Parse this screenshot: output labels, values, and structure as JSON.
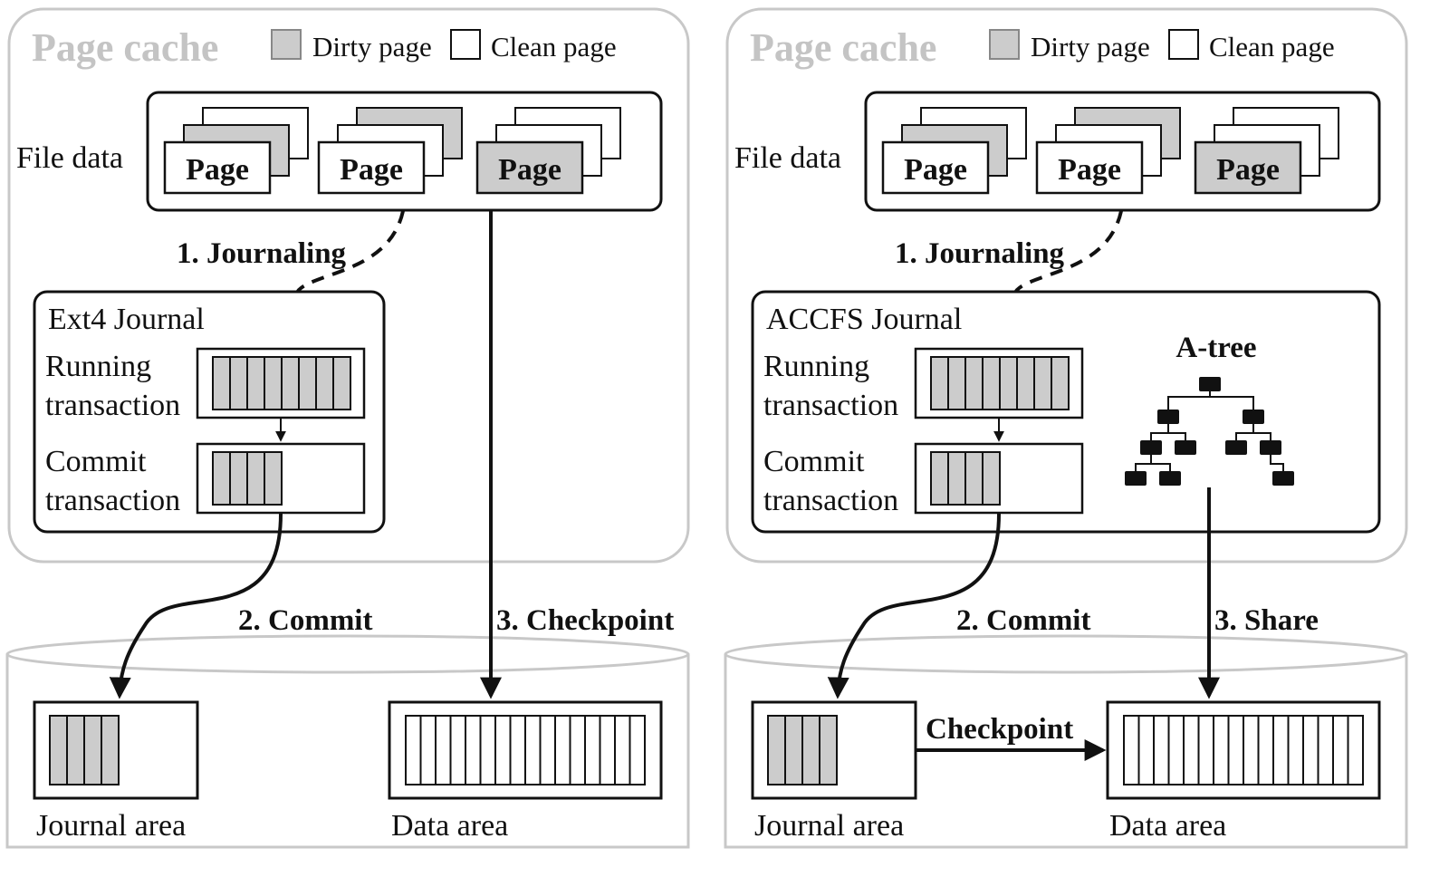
{
  "colors": {
    "dirty": "#cccccc",
    "clean": "#ffffff",
    "stroke": "#111111",
    "panel_border": "#c8c8c8",
    "title_text": "#c4c4c4"
  },
  "legend": {
    "dirty_label": "Dirty page",
    "clean_label": "Clean page"
  },
  "left": {
    "title": "Page cache",
    "file_data_label": "File data",
    "page_labels": [
      "Page",
      "Page",
      "Page"
    ],
    "journal_title": "Ext4 Journal",
    "running_label_1": "Running",
    "running_label_2": "transaction",
    "commit_label_1": "Commit",
    "commit_label_2": "transaction",
    "step1": "1. Journaling",
    "step2": "2. Commit",
    "step3": "3. Checkpoint",
    "journal_area": "Journal area",
    "data_area": "Data area"
  },
  "right": {
    "title": "Page cache",
    "file_data_label": "File data",
    "page_labels": [
      "Page",
      "Page",
      "Page"
    ],
    "journal_title": "ACCFS Journal",
    "running_label_1": "Running",
    "running_label_2": "transaction",
    "commit_label_1": "Commit",
    "commit_label_2": "transaction",
    "tree_label": "A-tree",
    "step1": "1. Journaling",
    "step2": "2. Commit",
    "step3": "3. Share",
    "checkpoint": "Checkpoint",
    "journal_area": "Journal area",
    "data_area": "Data area"
  }
}
